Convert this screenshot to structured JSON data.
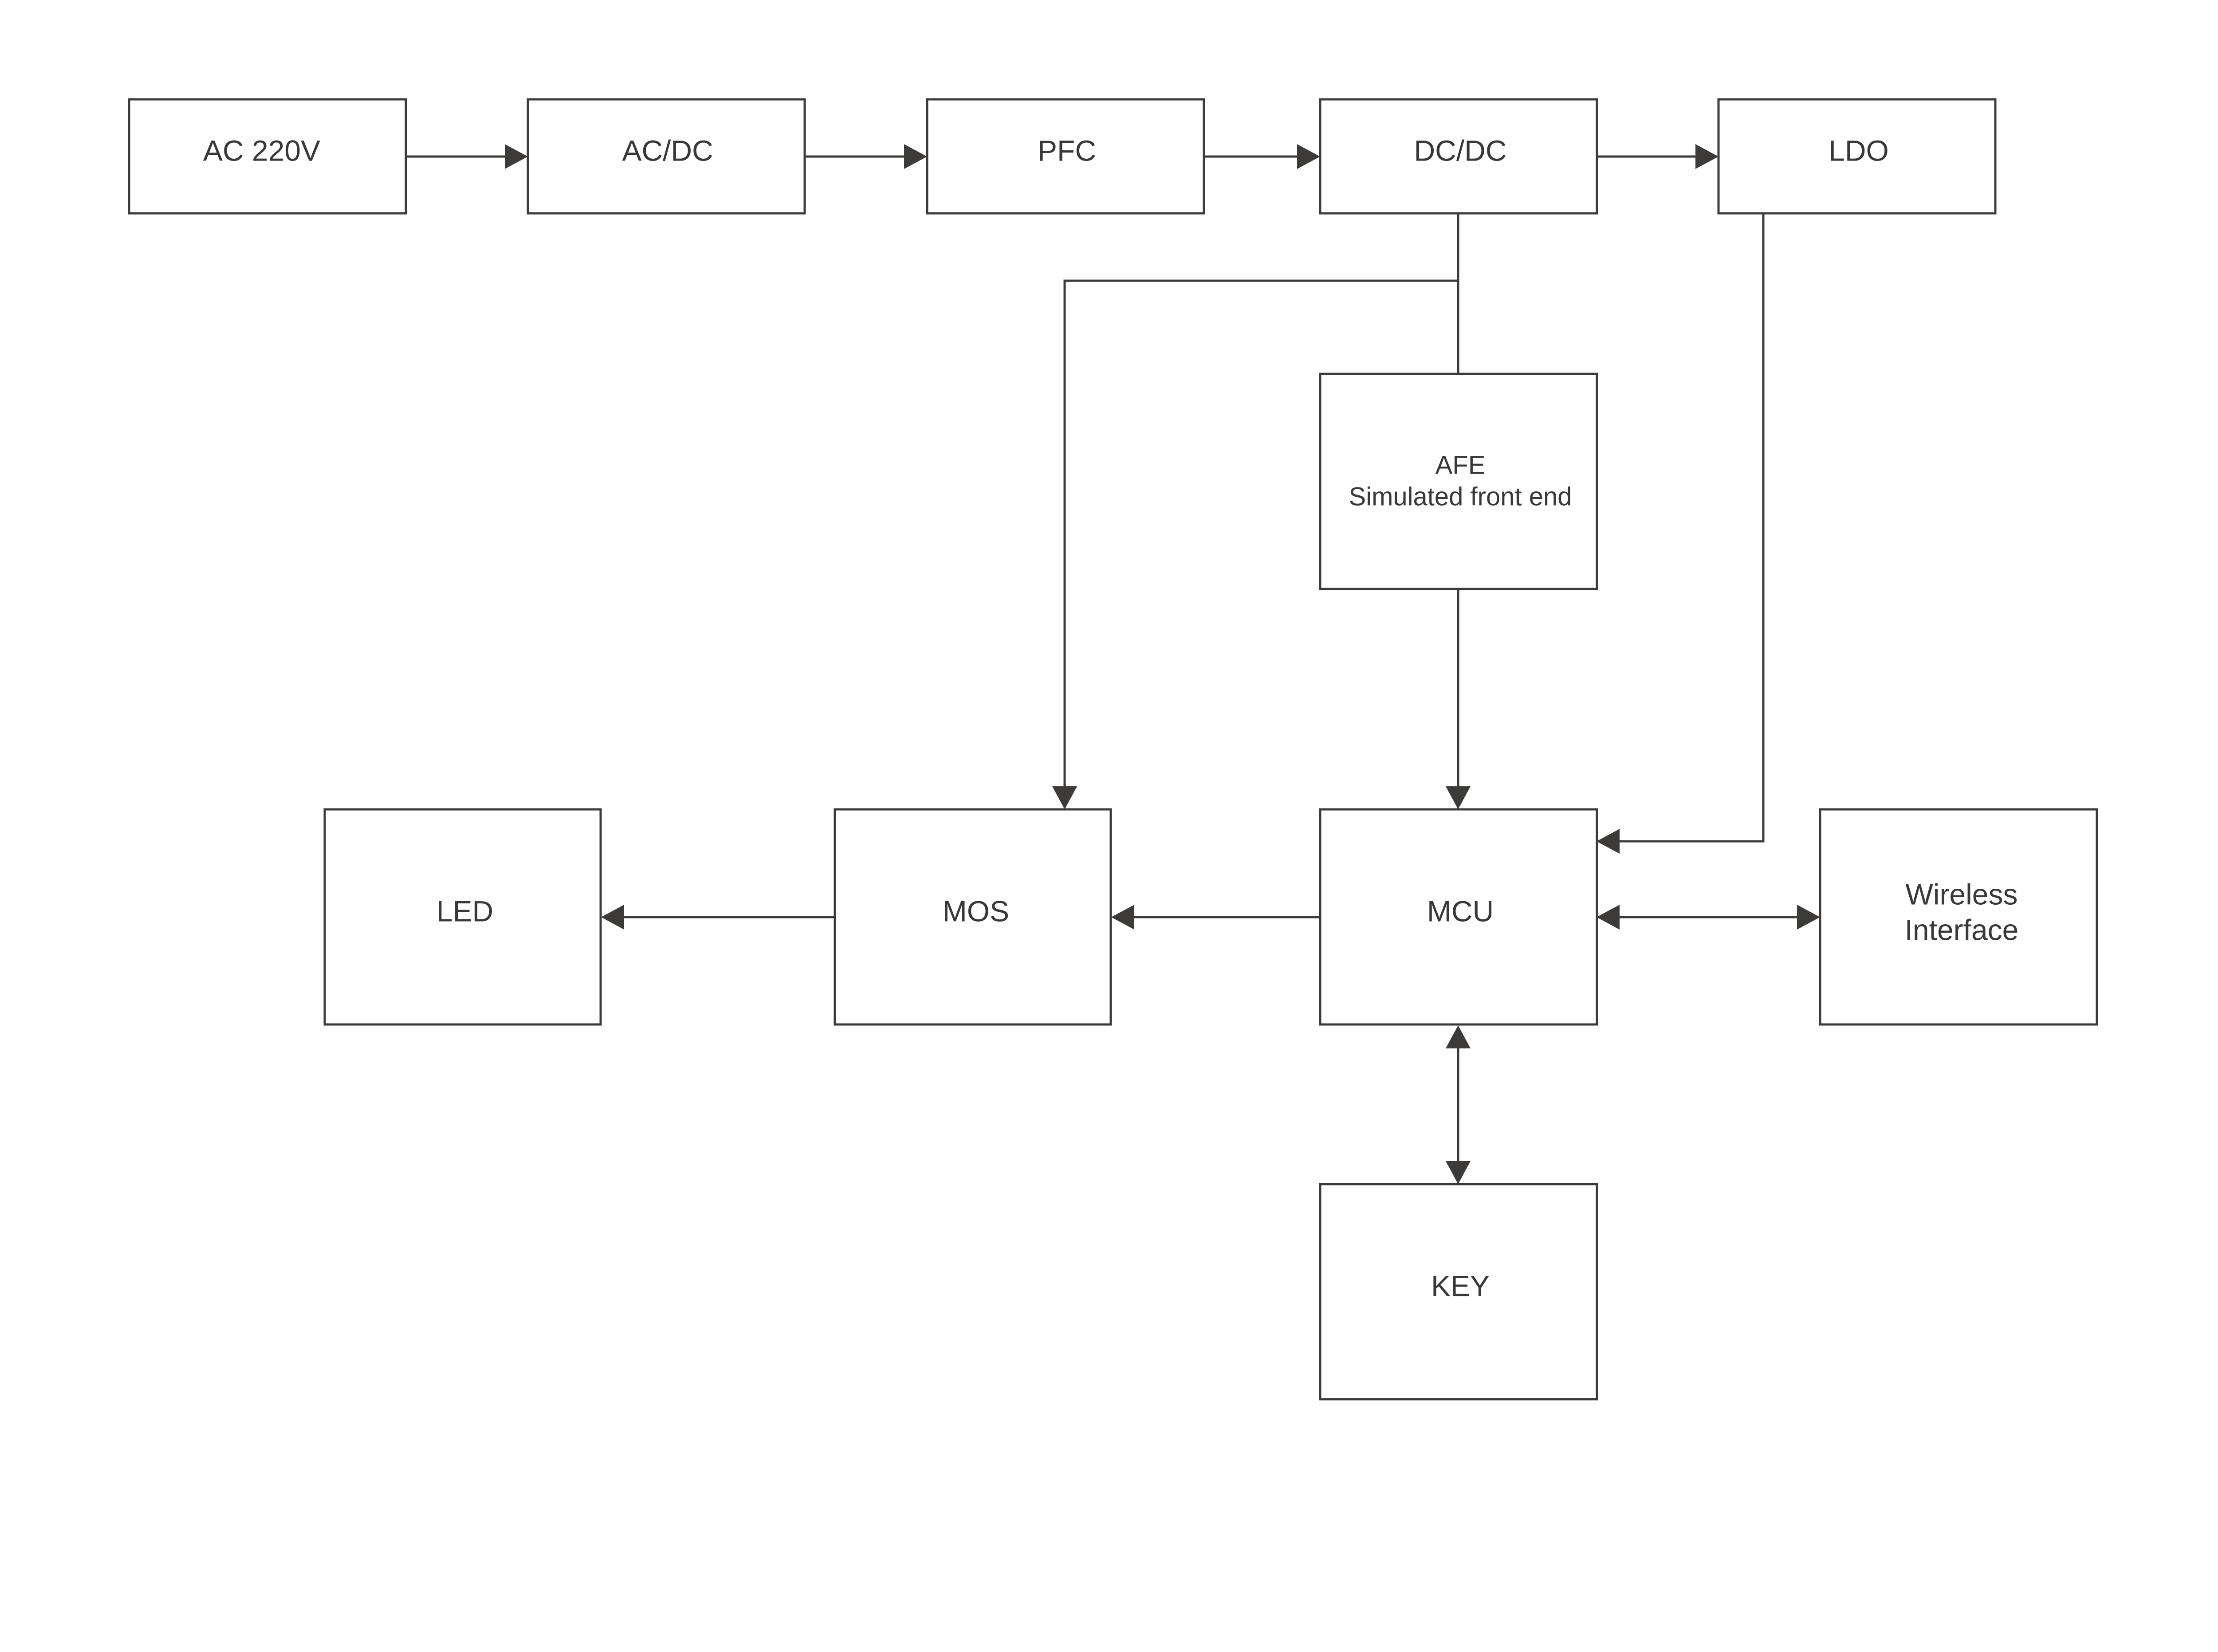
{
  "diagram": {
    "colors": {
      "stroke": "#3d3a3a",
      "text": "#3a3737",
      "background": "#ffffff"
    },
    "nodes": {
      "ac220v": {
        "label": "AC 220V"
      },
      "acdc": {
        "label": "AC/DC"
      },
      "pfc": {
        "label": "PFC"
      },
      "dcdc": {
        "label": "DC/DC"
      },
      "ldo": {
        "label": "LDO"
      },
      "afe": {
        "line1": "AFE",
        "line2": "Simulated front end"
      },
      "led": {
        "label": "LED"
      },
      "mos": {
        "label": "MOS"
      },
      "mcu": {
        "label": "MCU"
      },
      "wireless": {
        "line1": "Wireless",
        "line2": "Interface"
      },
      "key": {
        "label": "KEY"
      }
    },
    "edges": [
      {
        "from": "AC 220V",
        "to": "AC/DC",
        "direction": "forward"
      },
      {
        "from": "AC/DC",
        "to": "PFC",
        "direction": "forward"
      },
      {
        "from": "PFC",
        "to": "DC/DC",
        "direction": "forward"
      },
      {
        "from": "DC/DC",
        "to": "LDO",
        "direction": "forward"
      },
      {
        "from": "DC/DC",
        "to": "AFE",
        "direction": "line"
      },
      {
        "from": "DC/DC",
        "to": "MOS",
        "direction": "forward"
      },
      {
        "from": "AFE",
        "to": "MCU",
        "direction": "forward"
      },
      {
        "from": "LDO",
        "to": "MCU",
        "direction": "forward"
      },
      {
        "from": "MCU",
        "to": "MOS",
        "direction": "forward"
      },
      {
        "from": "MOS",
        "to": "LED",
        "direction": "forward"
      },
      {
        "from": "MCU",
        "to": "Wireless Interface",
        "direction": "both"
      },
      {
        "from": "MCU",
        "to": "KEY",
        "direction": "both"
      }
    ]
  }
}
